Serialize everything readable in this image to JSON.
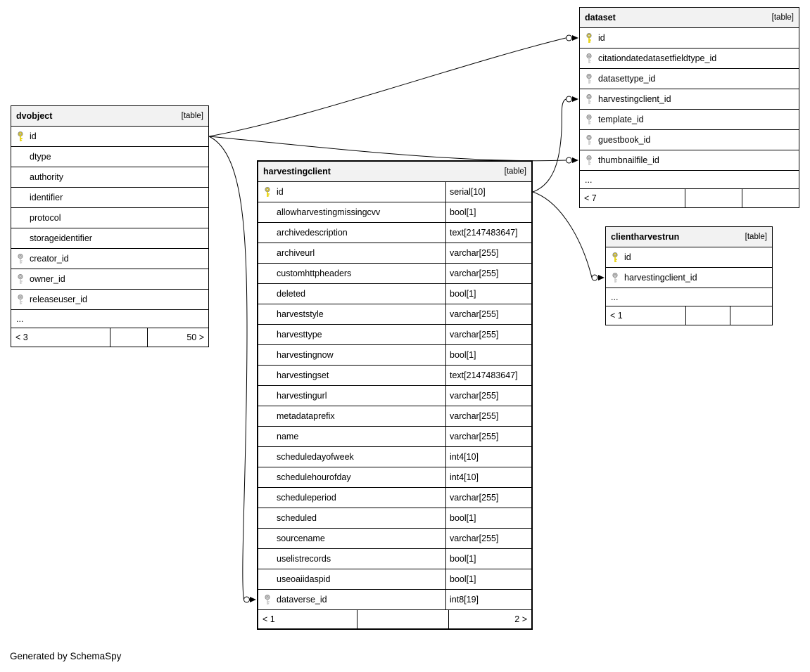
{
  "page": {
    "footer_note": "Generated by SchemaSpy"
  },
  "colors": {
    "border": "#000000",
    "header_bg": "#f2f2f2",
    "pk_key": "#ead40b",
    "fk_key": "#cfcfcf",
    "row_bg": "#ffffff"
  },
  "tables": [
    {
      "id": "dvobject",
      "name": "dvobject",
      "type_label": "[table]",
      "emphasized": false,
      "columns": [
        {
          "name": "id",
          "key": "primary",
          "type": null
        },
        {
          "name": "dtype",
          "key": null,
          "type": null
        },
        {
          "name": "authority",
          "key": null,
          "type": null
        },
        {
          "name": "identifier",
          "key": null,
          "type": null
        },
        {
          "name": "protocol",
          "key": null,
          "type": null
        },
        {
          "name": "storageidentifier",
          "key": null,
          "type": null
        },
        {
          "name": "creator_id",
          "key": "foreign",
          "type": null
        },
        {
          "name": "owner_id",
          "key": "foreign",
          "type": null
        },
        {
          "name": "releaseuser_id",
          "key": "foreign",
          "type": null
        },
        {
          "name": "...",
          "key": "ellipsis",
          "type": null
        }
      ],
      "footer": {
        "left": "< 3",
        "middle": "",
        "right": "50 >"
      }
    },
    {
      "id": "harvestingclient",
      "name": "harvestingclient",
      "type_label": "[table]",
      "emphasized": true,
      "columns": [
        {
          "name": "id",
          "key": "primary",
          "type": "serial[10]"
        },
        {
          "name": "allowharvestingmissingcvv",
          "key": null,
          "type": "bool[1]"
        },
        {
          "name": "archivedescription",
          "key": null,
          "type": "text[2147483647]"
        },
        {
          "name": "archiveurl",
          "key": null,
          "type": "varchar[255]"
        },
        {
          "name": "customhttpheaders",
          "key": null,
          "type": "varchar[255]"
        },
        {
          "name": "deleted",
          "key": null,
          "type": "bool[1]"
        },
        {
          "name": "harveststyle",
          "key": null,
          "type": "varchar[255]"
        },
        {
          "name": "harvesttype",
          "key": null,
          "type": "varchar[255]"
        },
        {
          "name": "harvestingnow",
          "key": null,
          "type": "bool[1]"
        },
        {
          "name": "harvestingset",
          "key": null,
          "type": "text[2147483647]"
        },
        {
          "name": "harvestingurl",
          "key": null,
          "type": "varchar[255]"
        },
        {
          "name": "metadataprefix",
          "key": null,
          "type": "varchar[255]"
        },
        {
          "name": "name",
          "key": null,
          "type": "varchar[255]"
        },
        {
          "name": "scheduledayofweek",
          "key": null,
          "type": "int4[10]"
        },
        {
          "name": "schedulehourofday",
          "key": null,
          "type": "int4[10]"
        },
        {
          "name": "scheduleperiod",
          "key": null,
          "type": "varchar[255]"
        },
        {
          "name": "scheduled",
          "key": null,
          "type": "bool[1]"
        },
        {
          "name": "sourcename",
          "key": null,
          "type": "varchar[255]"
        },
        {
          "name": "uselistrecords",
          "key": null,
          "type": "bool[1]"
        },
        {
          "name": "useoaiidaspid",
          "key": null,
          "type": "bool[1]"
        },
        {
          "name": "dataverse_id",
          "key": "foreign",
          "type": "int8[19]"
        }
      ],
      "footer": {
        "left": "< 1",
        "middle": "",
        "right": "2 >"
      }
    },
    {
      "id": "dataset",
      "name": "dataset",
      "type_label": "[table]",
      "emphasized": false,
      "columns": [
        {
          "name": "id",
          "key": "primary",
          "type": null
        },
        {
          "name": "citationdatedatasetfieldtype_id",
          "key": "foreign",
          "type": null
        },
        {
          "name": "datasettype_id",
          "key": "foreign",
          "type": null
        },
        {
          "name": "harvestingclient_id",
          "key": "foreign",
          "type": null
        },
        {
          "name": "template_id",
          "key": "foreign",
          "type": null
        },
        {
          "name": "guestbook_id",
          "key": "foreign",
          "type": null
        },
        {
          "name": "thumbnailfile_id",
          "key": "foreign",
          "type": null
        },
        {
          "name": "...",
          "key": "ellipsis",
          "type": null
        }
      ],
      "footer": {
        "left": "< 7",
        "middle": "",
        "right": ""
      }
    },
    {
      "id": "clientharvestrun",
      "name": "clientharvestrun",
      "type_label": "[table]",
      "emphasized": false,
      "columns": [
        {
          "name": "id",
          "key": "primary",
          "type": null
        },
        {
          "name": "harvestingclient_id",
          "key": "foreign",
          "type": null
        },
        {
          "name": "...",
          "key": "ellipsis",
          "type": null
        }
      ],
      "footer": {
        "left": "< 1",
        "middle": "",
        "right": ""
      }
    }
  ],
  "relationships": [
    {
      "from_table": "dvobject",
      "from_column": "id",
      "to_table": "dataset",
      "to_column": "id"
    },
    {
      "from_table": "dvobject",
      "from_column": "id",
      "to_table": "dataset",
      "to_column": "thumbnailfile_id"
    },
    {
      "from_table": "dvobject",
      "from_column": "id",
      "to_table": "harvestingclient",
      "to_column": "dataverse_id"
    },
    {
      "from_table": "harvestingclient",
      "from_column": "id",
      "to_table": "dataset",
      "to_column": "harvestingclient_id"
    },
    {
      "from_table": "harvestingclient",
      "from_column": "id",
      "to_table": "clientharvestrun",
      "to_column": "harvestingclient_id"
    }
  ]
}
